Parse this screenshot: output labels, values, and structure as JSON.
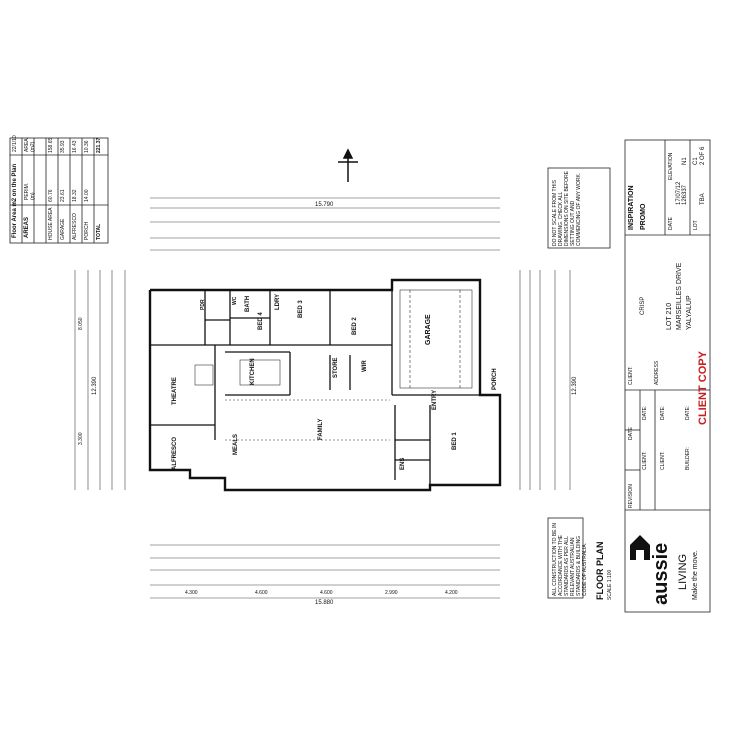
{
  "areas_table": {
    "title": "Floor Area m2 on the Plan",
    "date": "22/1/10",
    "heading": "AREAS",
    "col_perim": "PERIM.",
    "col_perim_unit": "(m)",
    "col_area": "AREA",
    "col_area_unit": "(m2)",
    "rows": [
      {
        "name": "HOUSE AREA",
        "perim": "60.76",
        "area": "158.65"
      },
      {
        "name": "GARAGE",
        "perim": "23.61",
        "area": "35.93"
      },
      {
        "name": "ALFRESCO",
        "perim": "18.32",
        "area": "16.43"
      },
      {
        "name": "PORCH",
        "perim": "14.00",
        "area": "10.36"
      },
      {
        "name": "TOTAL",
        "perim": "",
        "area": "221.37"
      }
    ]
  },
  "plan": {
    "rooms": {
      "bed1": "BED 1",
      "bed2": "BED 2",
      "bed3": "BED 3",
      "bed4": "BED 4",
      "garage": "GARAGE",
      "theatre": "THEATRE",
      "kitchen": "KITCHEN",
      "meals": "MEALS",
      "family": "FAMILY",
      "alfresco": "ALFRESCO",
      "entry": "ENTRY",
      "porch": "PORCH",
      "store": "STORE",
      "wir": "WIR",
      "ens": "ENS",
      "bath": "BATH",
      "ldry": "LDRY",
      "wc": "WC",
      "pdr": "PDR"
    },
    "dimensions": {
      "overall_top": "15.790",
      "overall_bottom": "15.880",
      "overall_left": "12.390",
      "overall_right": "12.390",
      "bottom_segments": [
        "4.300",
        "4.600",
        "4.600",
        "2.990",
        "4.200"
      ],
      "left_segments": [
        "8.050",
        "3.300"
      ]
    },
    "title": "FLOOR PLAN",
    "scale": "SCALE 1:100"
  },
  "notes": {
    "top": "DO NOT SCALE FROM THIS DRAWING. CHECK ALL DIMENSIONS ON SITE BEFORE SETTING OUT AND COMMENCING OF ANY WORK.",
    "bottom": "ALL CONSTRUCTION TO BE IN ACCORDANCE WITH THE STANDARDS AS PER ALL RELEVANT AUSTRALIAN STANDARDS & BUILDING CODE OF AUSTRALIA."
  },
  "title_block": {
    "client_label": "CLIENT:",
    "client_value": "CRISP",
    "address_label": "ADDRESS",
    "address_lines": [
      "LOT 210",
      "MARSEILLES DRIVE",
      "YALYALUP"
    ],
    "client_copy": "CLIENT COPY",
    "design_name": "INSPIRATION",
    "design_sub": "PROMO",
    "date_label": "DATE",
    "date_value": "17/07/12",
    "elevation_label": "ELEVATION",
    "elevation_value": "N1",
    "revision_value": "C1",
    "lot_label": "LOT",
    "lot_value": "TBA",
    "sheet_value": "2 OF 6",
    "job_value": "126337",
    "revision_heading": "REVISION",
    "date_heading": "DATE",
    "sign_fields": [
      "CLIENT:",
      "DATE:",
      "CLIENT:",
      "DATE:",
      "BUILDER:",
      "DATE:"
    ]
  },
  "brand": {
    "name": "aussie",
    "sub": "LIVING",
    "tagline": "Make the move."
  }
}
